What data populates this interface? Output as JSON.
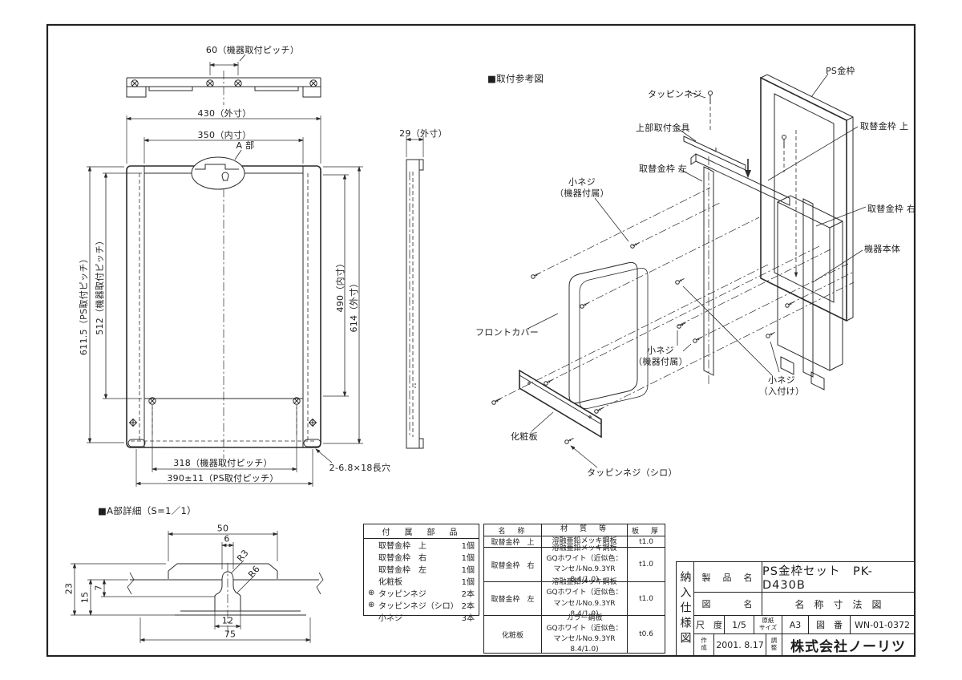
{
  "page": {
    "paper": "#ffffff",
    "ink": "#2b2b2b"
  },
  "views": {
    "top_view": {
      "dim_pitch60": "60（機器取付ピッチ）"
    },
    "front_view": {
      "dim_outer_w": "430（外寸）",
      "dim_inner_w": "350（内寸）",
      "label_a": "A 部",
      "dim_ps_pitch_v": "611.5（PS取付ピッチ）",
      "dim_dev_pitch_v": "512（機器取付ピッチ）",
      "dim_inner_h": "490（内寸）",
      "dim_outer_h": "614（外寸）",
      "dim_dev_pitch_h": "318（機器取付ピッチ）",
      "dim_ps_pitch_h": "390±11（PS取付ピッチ）",
      "slot_callout": "2-6.8×18長穴"
    },
    "side_view": {
      "dim_depth": "29（外寸）"
    },
    "detail_a": {
      "title": "■A部詳細（S=1／1）",
      "dim_50": "50",
      "dim_6": "6",
      "dim_r3": "R3",
      "dim_r6": "R6",
      "dim_23": "23",
      "dim_15": "15",
      "dim_7": "7",
      "dim_12": "12",
      "dim_75": "75"
    },
    "exploded": {
      "title": "■取付参考図",
      "labels": {
        "tapping_screw": "タッピンネジ",
        "top_bracket": "上部取付金具",
        "frame_left": "取替金枠 左",
        "ps_frame": "PS金枠",
        "frame_top": "取替金枠 上",
        "frame_right": "取替金枠 右",
        "device_body": "機器本体",
        "small_screw_attached_1": "小ネジ\n（機器付属）",
        "front_cover": "フロントカバー",
        "small_screw_attached_2": "小ネジ\n（機器付属）",
        "small_screw_insert": "小ネジ\n（入付け）",
        "decor_panel": "化粧板",
        "tapping_screw_white": "タッピンネジ（シロ）"
      }
    }
  },
  "parts_table": {
    "header": "付　属　部　品",
    "rows": [
      {
        "icon": "",
        "name": "取替金枠　上",
        "qty": "1個"
      },
      {
        "icon": "",
        "name": "取替金枠　右",
        "qty": "1個"
      },
      {
        "icon": "",
        "name": "取替金枠　左",
        "qty": "1個"
      },
      {
        "icon": "",
        "name": "化粧板",
        "qty": "1個"
      },
      {
        "icon": "⊕",
        "name": "タッピンネジ",
        "qty": "2本"
      },
      {
        "icon": "⊕",
        "name": "タッピンネジ（シロ）",
        "qty": "2本"
      },
      {
        "icon": "",
        "name": "小ネジ",
        "qty": "3本"
      }
    ]
  },
  "materials_table": {
    "col_name": "名　称",
    "col_material": "材　質　等",
    "col_thickness": "板　厚",
    "rows": [
      {
        "name": "取替金枠　上",
        "material": "溶融亜鉛メッキ鋼板",
        "thickness": "t1.0"
      },
      {
        "name": "取替金枠　右",
        "material": "溶融亜鉛メッキ鋼板\nGQホワイト（近似色：\nマンセルNo.9.3YR 8.4/1.0)",
        "thickness": "t1.0"
      },
      {
        "name": "取替金枠　左",
        "material": "溶融亜鉛メッキ鋼板\nGQホワイト（近似色：\nマンセルNo.9.3YR 8.4/1.0)",
        "thickness": "t1.0"
      },
      {
        "name": "化粧板",
        "material": "カラー鋼板\nGQホワイト（近似色：\nマンセルNo.9.3YR 8.4/1.0)",
        "thickness": "t0.6"
      }
    ]
  },
  "title_block": {
    "doc_type": "納入仕様図",
    "product_label": "製　品　名",
    "product_value": "PS金枠セット　PK-D430B",
    "drawing_label": "図　　　名",
    "drawing_value": "名　称　寸　法　図",
    "scale_label": "尺　度",
    "scale_value": "1/5",
    "paper_label": "原紙\nサイズ",
    "paper_value": "A3",
    "number_label": "図　番",
    "number_value": "WN-01-0372",
    "created_label": "作\n成",
    "created_value": "2001. 8.17",
    "adjust_label": "調\n整",
    "company": "株式会社ノーリツ"
  }
}
